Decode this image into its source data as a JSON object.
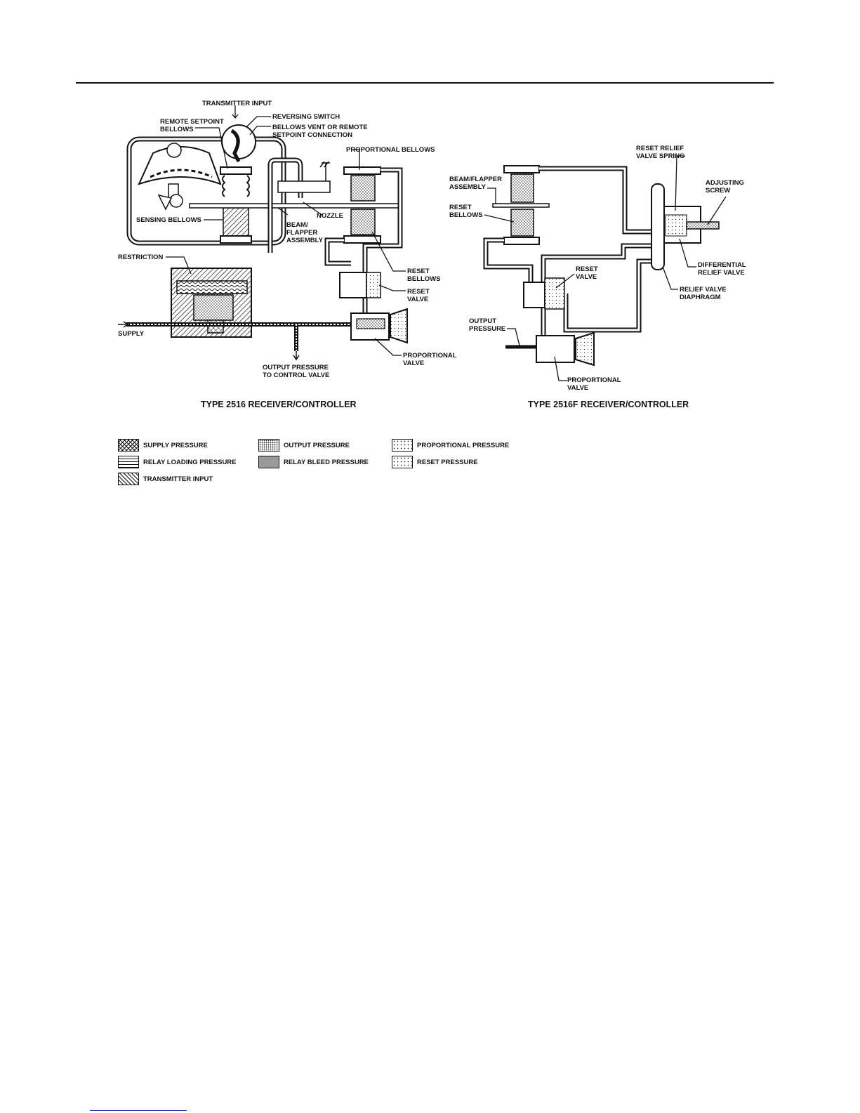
{
  "diagram_left": {
    "caption": "TYPE 2516 RECEIVER/CONTROLLER",
    "labels": {
      "transmitter_input": "TRANSMITTER INPUT",
      "reversing_switch": "REVERSING SWITCH",
      "remote_setpoint_1": "REMOTE SETPOINT",
      "remote_setpoint_2": "BELLOWS",
      "bellows_vent_1": "BELLOWS VENT OR REMOTE",
      "bellows_vent_2": "SETPOINT CONNECTION",
      "proportional_bellows": "PROPORTIONAL BELLOWS",
      "sensing_bellows": "SENSING BELLOWS",
      "nozzle": "NOZZLE",
      "beam_1": "BEAM/",
      "beam_2": "FLAPPER",
      "beam_3": "ASSEMBLY",
      "restriction": "RESTRICTION",
      "reset_bellows_1": "RESET",
      "reset_bellows_2": "BELLOWS",
      "reset_valve_1": "RESET",
      "reset_valve_2": "VALVE",
      "supply": "SUPPLY",
      "prop_valve_1": "PROPORTIONAL",
      "prop_valve_2": "VALVE",
      "output_1": "OUTPUT PRESSURE",
      "output_2": "TO CONTROL VALVE"
    }
  },
  "diagram_right": {
    "caption": "TYPE 2516F RECEIVER/CONTROLLER",
    "labels": {
      "reset_relief_1": "RESET RELIEF",
      "reset_relief_2": "VALVE SPRING",
      "adjusting_1": "ADJUSTING",
      "adjusting_2": "SCREW",
      "beam_1": "BEAM/FLAPPER",
      "beam_2": "ASSEMBLY",
      "reset_bellows_1": "RESET",
      "reset_bellows_2": "BELLOWS",
      "reset_valve_1": "RESET",
      "reset_valve_2": "VALVE",
      "differential_1": "DIFFERENTIAL",
      "differential_2": "RELIEF VALVE",
      "relief_diaphragm_1": "RELIEF VALVE",
      "relief_diaphragm_2": "DIAPHRAGM",
      "output_1": "OUTPUT",
      "output_2": "PRESSURE",
      "prop_valve_1": "PROPORTIONAL",
      "prop_valve_2": "VALVE"
    }
  },
  "legend": [
    {
      "label": "SUPPLY PRESSURE",
      "pattern": "crosshatch"
    },
    {
      "label": "OUTPUT PRESSURE",
      "pattern": "dense-dots"
    },
    {
      "label": "PROPORTIONAL PRESSURE",
      "pattern": "sparse-dots"
    },
    {
      "label": "RELAY LOADING PRESSURE",
      "pattern": "wave"
    },
    {
      "label": "RELAY BLEED PRESSURE",
      "pattern": "solid-gray"
    },
    {
      "label": "RESET PRESSURE",
      "pattern": "sparse-dots"
    },
    {
      "label": "TRANSMITTER INPUT",
      "pattern": "diagonal"
    }
  ],
  "colors": {
    "ink": "#111111",
    "bleed": "#9a9a9a",
    "footer_link": "#1a3fa8"
  }
}
